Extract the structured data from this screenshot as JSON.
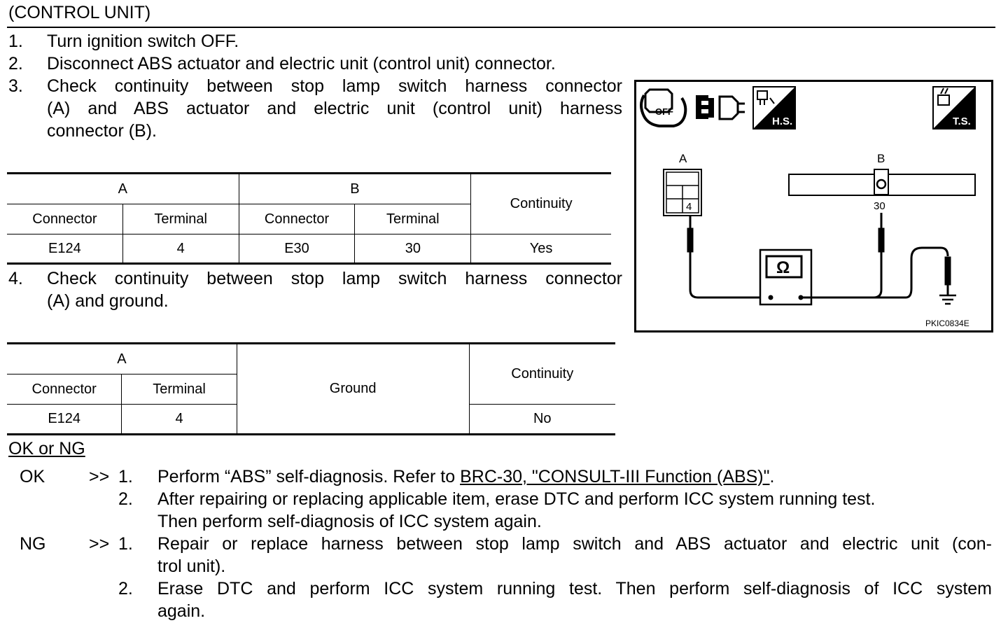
{
  "section_title": "(CONTROL UNIT)",
  "steps": [
    {
      "num": "1.",
      "text": "Turn ignition switch OFF."
    },
    {
      "num": "2.",
      "text": "Disconnect ABS actuator and electric unit (control unit) connector."
    },
    {
      "num": "3.",
      "lines": [
        "Check continuity between stop lamp switch harness connector",
        "(A) and ABS actuator and electric unit (control unit) harness",
        "connector (B)."
      ]
    },
    {
      "num": "4.",
      "lines": [
        "Check continuity between stop lamp switch harness connector",
        "(A) and ground."
      ]
    }
  ],
  "table1": {
    "group_a": "A",
    "group_b": "B",
    "continuity": "Continuity",
    "col_connector": "Connector",
    "col_terminal": "Terminal",
    "row": {
      "a_connector": "E124",
      "a_terminal": "4",
      "b_connector": "E30",
      "b_terminal": "30",
      "continuity": "Yes"
    }
  },
  "table2": {
    "group_a": "A",
    "ground": "Ground",
    "continuity": "Continuity",
    "col_connector": "Connector",
    "col_terminal": "Terminal",
    "row": {
      "a_connector": "E124",
      "a_terminal": "4",
      "continuity": "No"
    }
  },
  "result_heading": "OK or NG",
  "ok": {
    "label": "OK",
    "arrow": ">>",
    "items": [
      {
        "num": "1.",
        "pre": "Perform “ABS” self-diagnosis. Refer to ",
        "link": "BRC-30, \"CONSULT-III Function (ABS)\"",
        "post": "."
      },
      {
        "num": "2.",
        "lines": [
          "After repairing or replacing applicable item, erase DTC and perform ICC system running test.",
          "Then perform self-diagnosis of ICC system again."
        ]
      }
    ]
  },
  "ng": {
    "label": "NG",
    "arrow": ">>",
    "items": [
      {
        "num": "1.",
        "lines": [
          "Repair or replace harness between stop lamp switch and ABS actuator and electric unit (con-",
          "trol unit)."
        ]
      },
      {
        "num": "2.",
        "lines": [
          "Erase DTC and perform ICC system running test. Then perform self-diagnosis of ICC system",
          "again."
        ]
      }
    ]
  },
  "figure": {
    "label_a": "A",
    "label_b": "B",
    "terminal_a": "4",
    "terminal_b": "30",
    "ignition": "OFF",
    "hs": "H.S.",
    "ts": "T.S.",
    "ohm": "Ω",
    "code": "PKIC0834E"
  }
}
